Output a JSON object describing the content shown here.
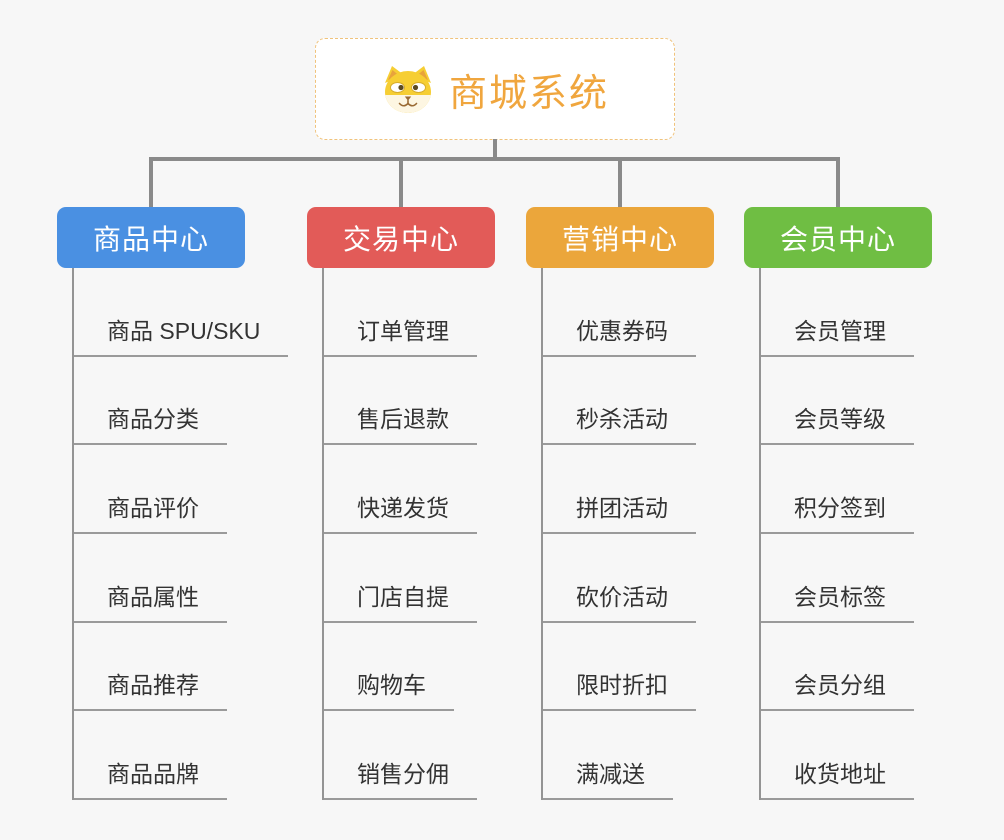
{
  "page": {
    "background_color": "#f7f7f7",
    "connector_color": "#8a8a8a"
  },
  "root": {
    "title": "商城系统",
    "title_color": "#f0a63e",
    "border_color": "#f0c37c",
    "icon": "dog-face-icon"
  },
  "branches": [
    {
      "label": "商品中心",
      "color": "#4a90e2",
      "children": [
        "商品 SPU/SKU",
        "商品分类",
        "商品评价",
        "商品属性",
        "商品推荐",
        "商品品牌"
      ]
    },
    {
      "label": "交易中心",
      "color": "#e25b58",
      "children": [
        "订单管理",
        "售后退款",
        "快递发货",
        "门店自提",
        "购物车",
        "销售分佣"
      ]
    },
    {
      "label": "营销中心",
      "color": "#eba63b",
      "children": [
        "优惠券码",
        "秒杀活动",
        "拼团活动",
        "砍价活动",
        "限时折扣",
        "满减送"
      ]
    },
    {
      "label": "会员中心",
      "color": "#6fbe43",
      "children": [
        "会员管理",
        "会员等级",
        "积分签到",
        "会员标签",
        "会员分组",
        "收货地址"
      ]
    }
  ]
}
